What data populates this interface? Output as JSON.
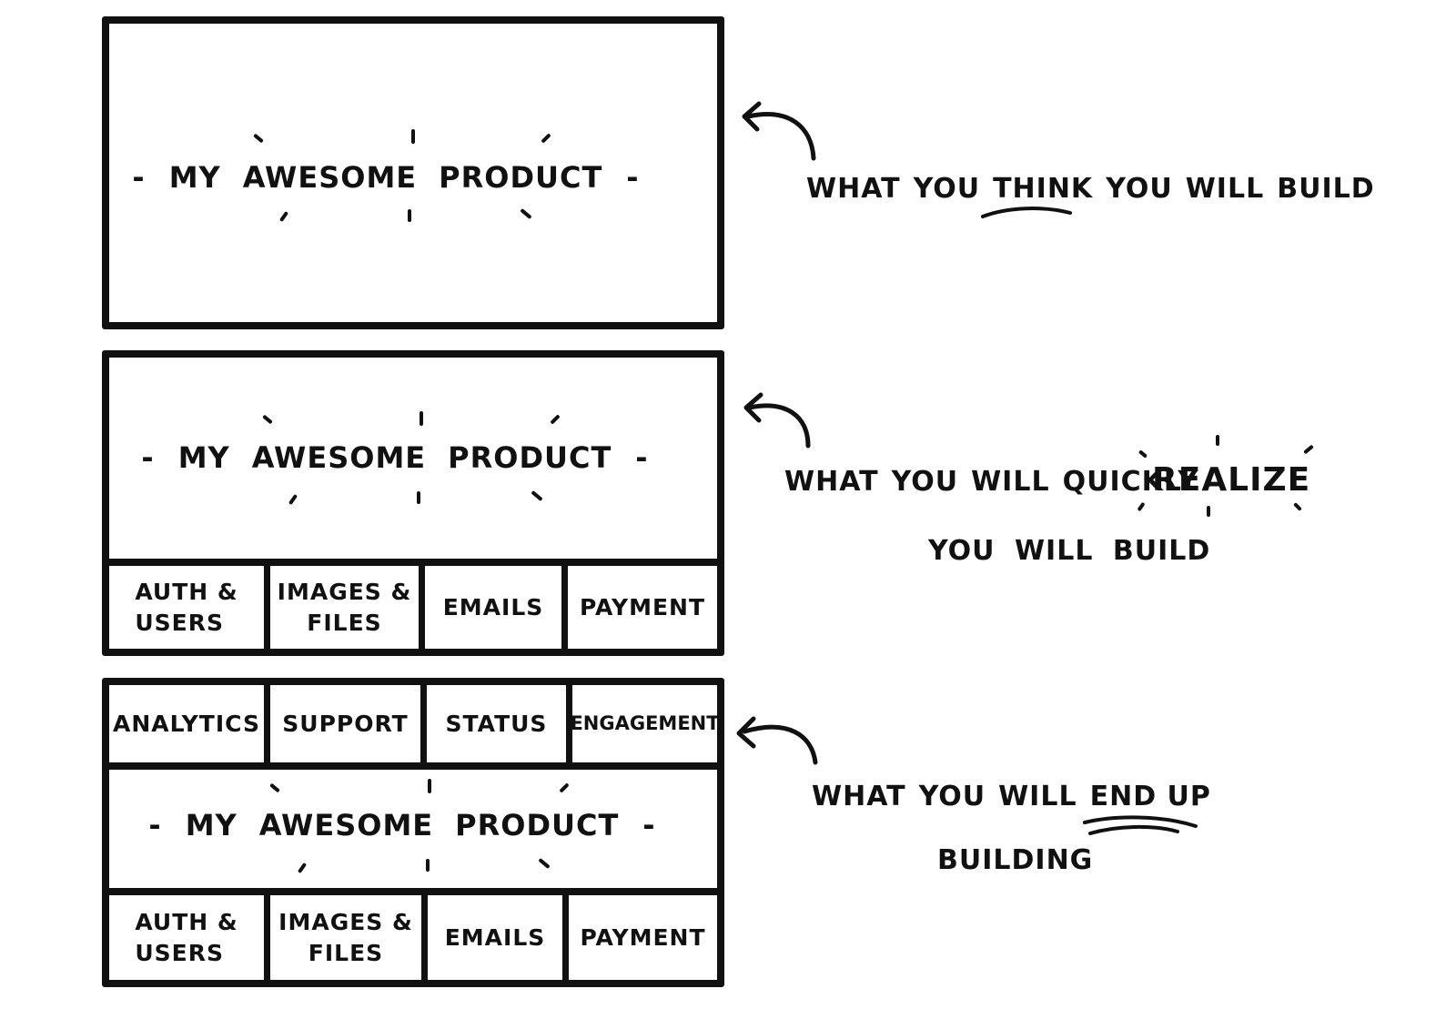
{
  "product": {
    "dash_left": "-",
    "words": [
      "MY",
      "AWESOME",
      "PRODUCT"
    ],
    "dash_right": "-"
  },
  "panels": {
    "think": {},
    "realize": {
      "bottom_modules": [
        "AUTH &\nUSERS",
        "IMAGES &\nFILES",
        "EMAILS",
        "PAYMENT"
      ]
    },
    "end_up": {
      "top_modules": [
        "ANALYTICS",
        "SUPPORT",
        "STATUS",
        "ENGAGEMENT"
      ],
      "bottom_modules": [
        "AUTH &\nUSERS",
        "IMAGES &\nFILES",
        "EMAILS",
        "PAYMENT"
      ]
    }
  },
  "annotations": {
    "think": {
      "parts": [
        "WHAT",
        "YOU",
        "THINK",
        "YOU",
        "WILL",
        "BUILD"
      ],
      "underlined": "THINK"
    },
    "realize": {
      "line1_parts": [
        "WHAT",
        "YOU",
        "WILL",
        "QUICKLY"
      ],
      "emphasis": "REALIZE",
      "line2": "YOU WILL BUILD"
    },
    "end_up": {
      "line1_parts": [
        "WHAT",
        "YOU",
        "WILL"
      ],
      "underlined": "END UP",
      "line2": "BUILDING"
    }
  },
  "colors": {
    "ink": "#111111",
    "paper": "#ffffff"
  }
}
